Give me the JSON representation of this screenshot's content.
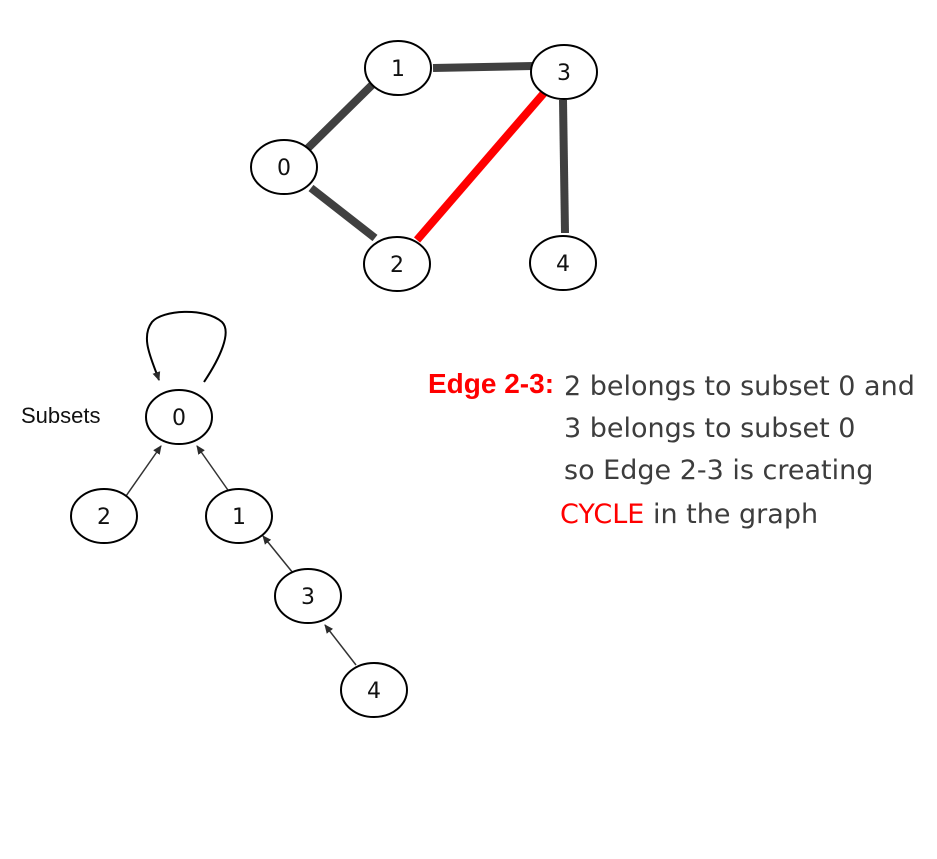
{
  "graph": {
    "nodes": [
      "0",
      "1",
      "2",
      "3",
      "4"
    ],
    "edges": [
      {
        "from": "1",
        "to": "3",
        "highlighted": false
      },
      {
        "from": "0",
        "to": "1",
        "highlighted": false
      },
      {
        "from": "0",
        "to": "2",
        "highlighted": false
      },
      {
        "from": "2",
        "to": "3",
        "highlighted": true
      },
      {
        "from": "3",
        "to": "4",
        "highlighted": false
      }
    ]
  },
  "subsets": {
    "label": "Subsets",
    "nodes": [
      "0",
      "2",
      "1",
      "3",
      "4"
    ]
  },
  "explanation": {
    "title": "Edge 2-3:",
    "line1": "2 belongs to subset 0 and",
    "line2": "3 belongs to subset 0",
    "line3": "so Edge 2-3 is creating",
    "cycle_word": "CYCLE",
    "line4_rest": "in the graph"
  },
  "colors": {
    "edge": "#404040",
    "highlight": "#ff0000",
    "text": "#3d3d3d"
  }
}
